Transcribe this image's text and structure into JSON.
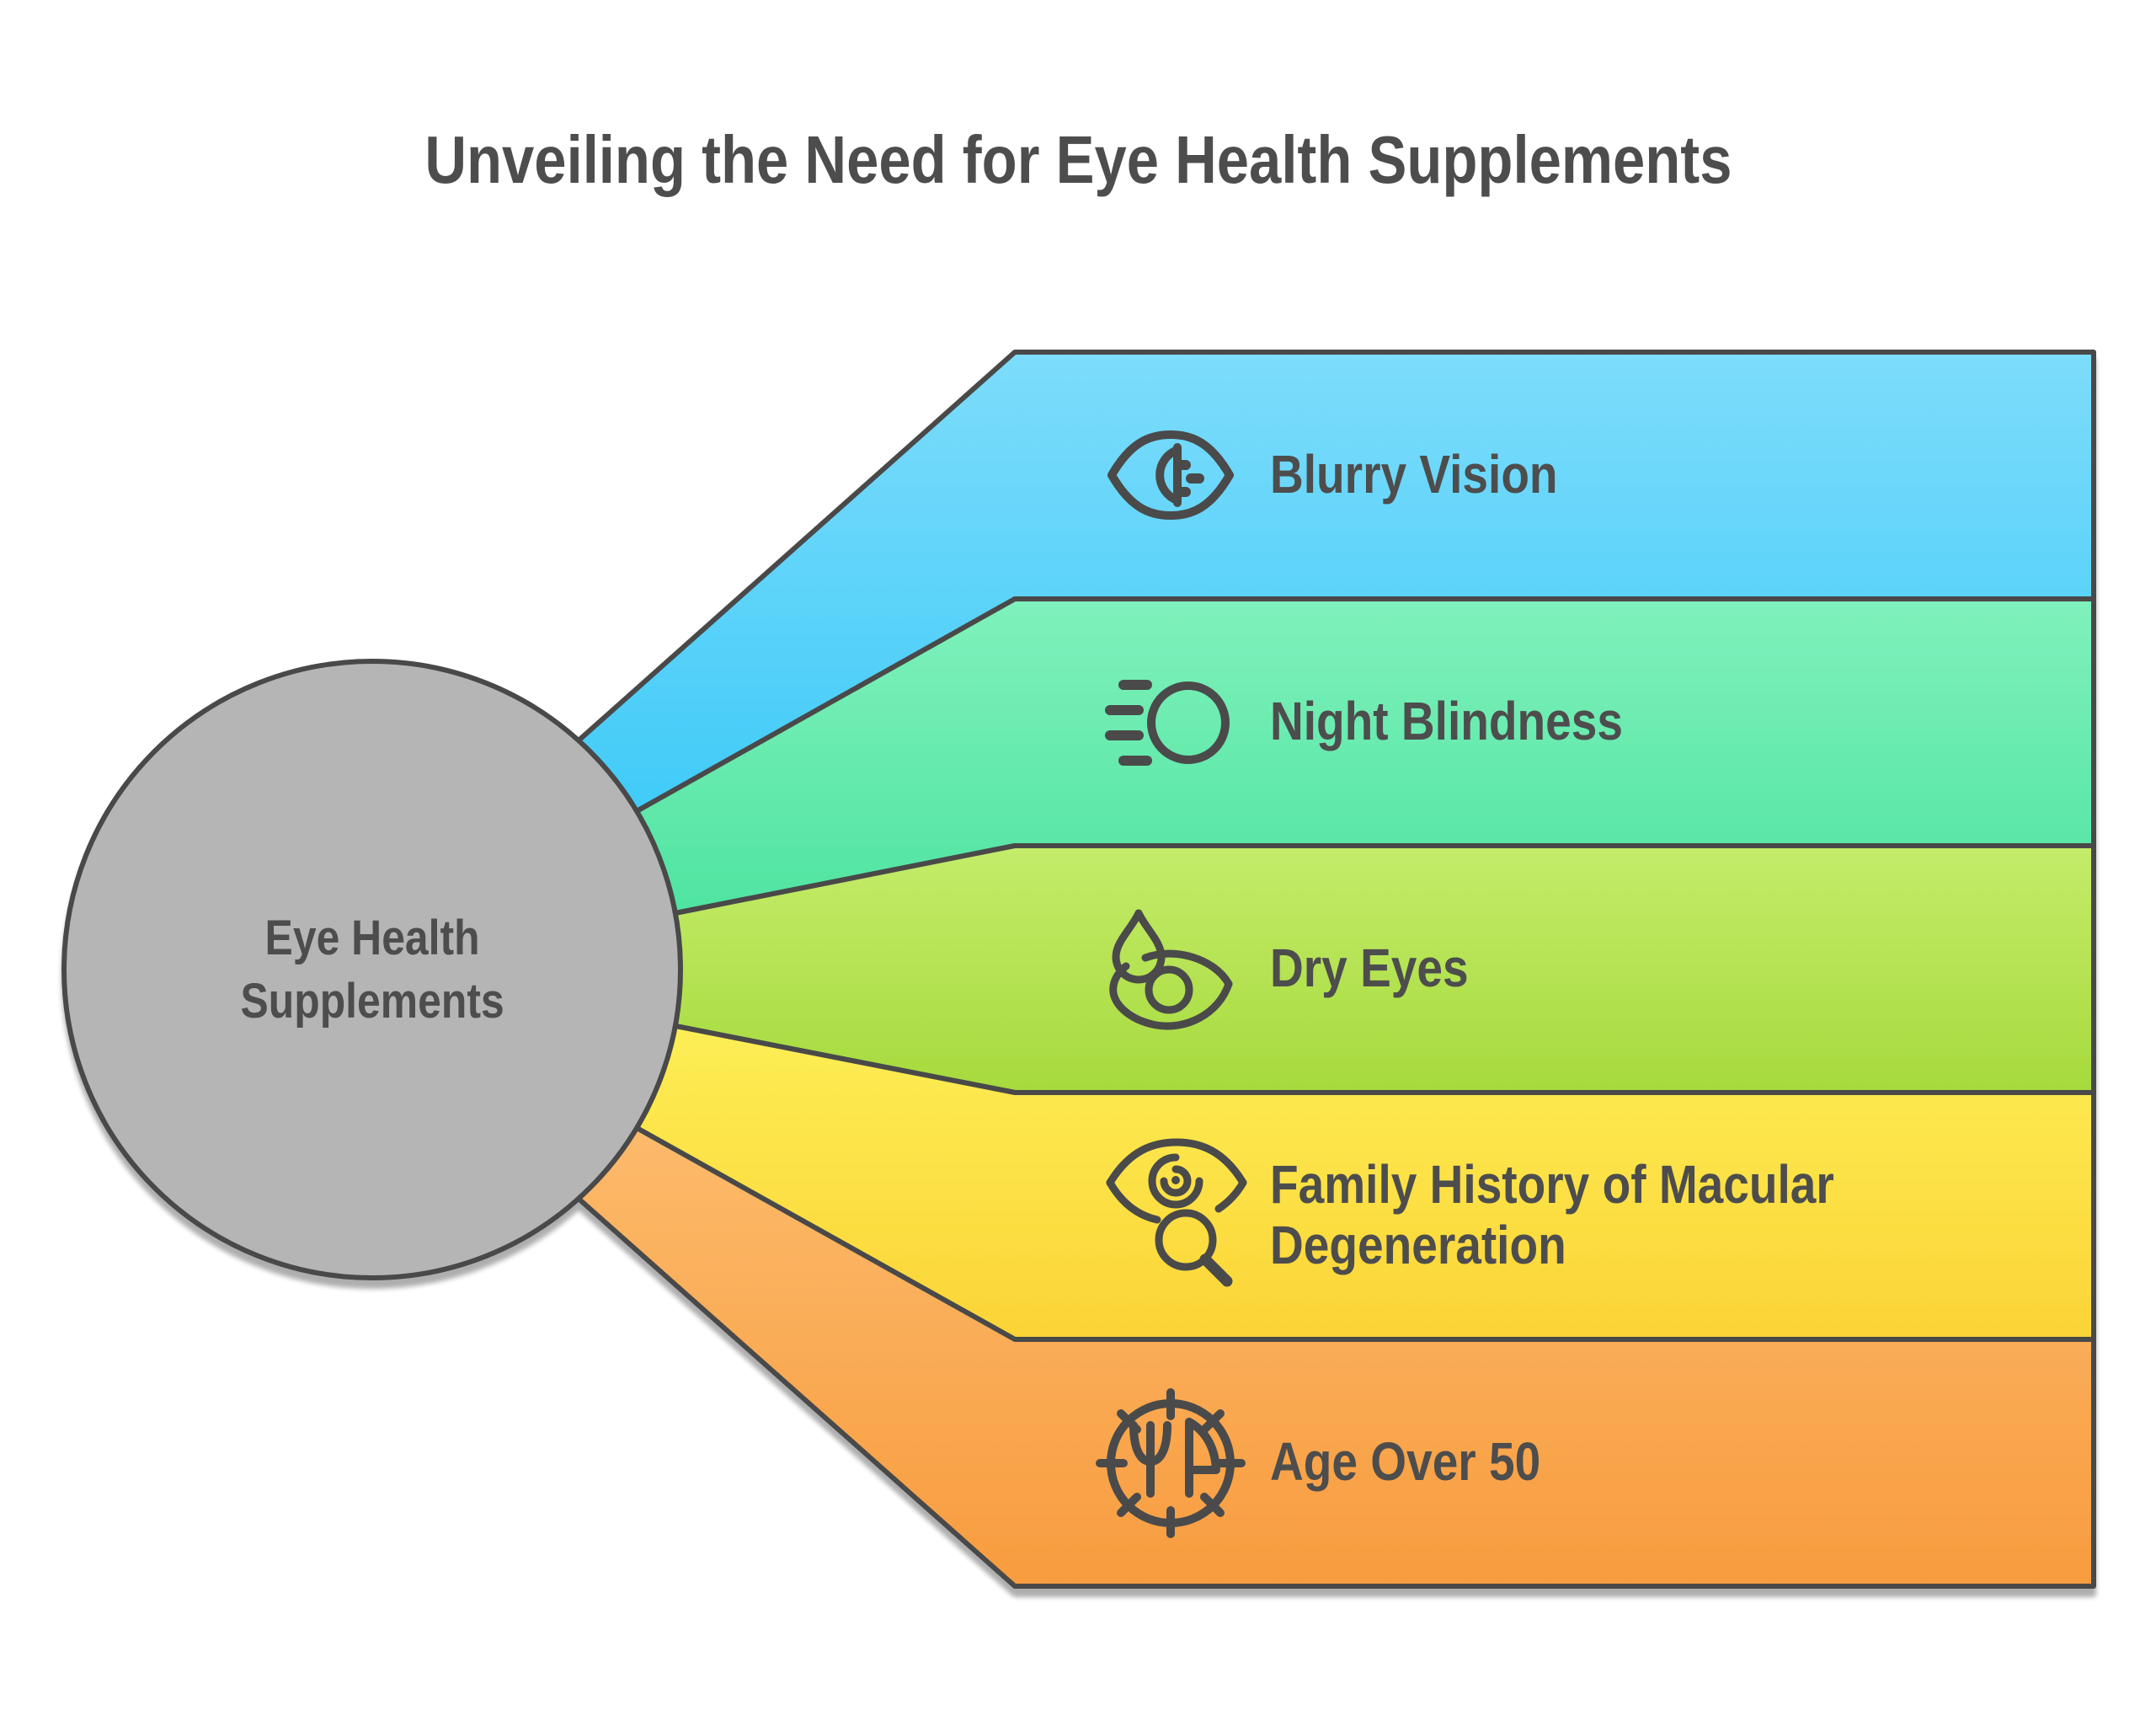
{
  "title": "Unveiling the Need for Eye Health Supplements",
  "hub": {
    "label": "Eye Health\nSupplements"
  },
  "bands": [
    {
      "label": "Blurry Vision",
      "icon": "blurry-eye-icon",
      "color_top": "#7ddcfb",
      "color_bottom": "#40cbf8"
    },
    {
      "label": "Night Blindness",
      "icon": "night-moon-speed-lines-icon",
      "color_top": "#80f1bc",
      "color_bottom": "#4fe4a1"
    },
    {
      "label": "Dry Eyes",
      "icon": "teardrop-eye-icon",
      "color_top": "#c4ec6a",
      "color_bottom": "#a6da3d"
    },
    {
      "label": "Family History of Macular\nDegeneration",
      "icon": "eye-spiral-magnifier-icon",
      "color_top": "#fdee55",
      "color_bottom": "#fbd436"
    },
    {
      "label": "Age Over 50",
      "icon": "age-clock-dial-icon",
      "color_top": "#fcba6b",
      "color_bottom": "#f89c3f"
    }
  ],
  "colors": {
    "background": "#ffffff",
    "stroke": "#4a4a4a",
    "text": "#4d4d4d",
    "circle_fill": "#b5b5b5"
  }
}
